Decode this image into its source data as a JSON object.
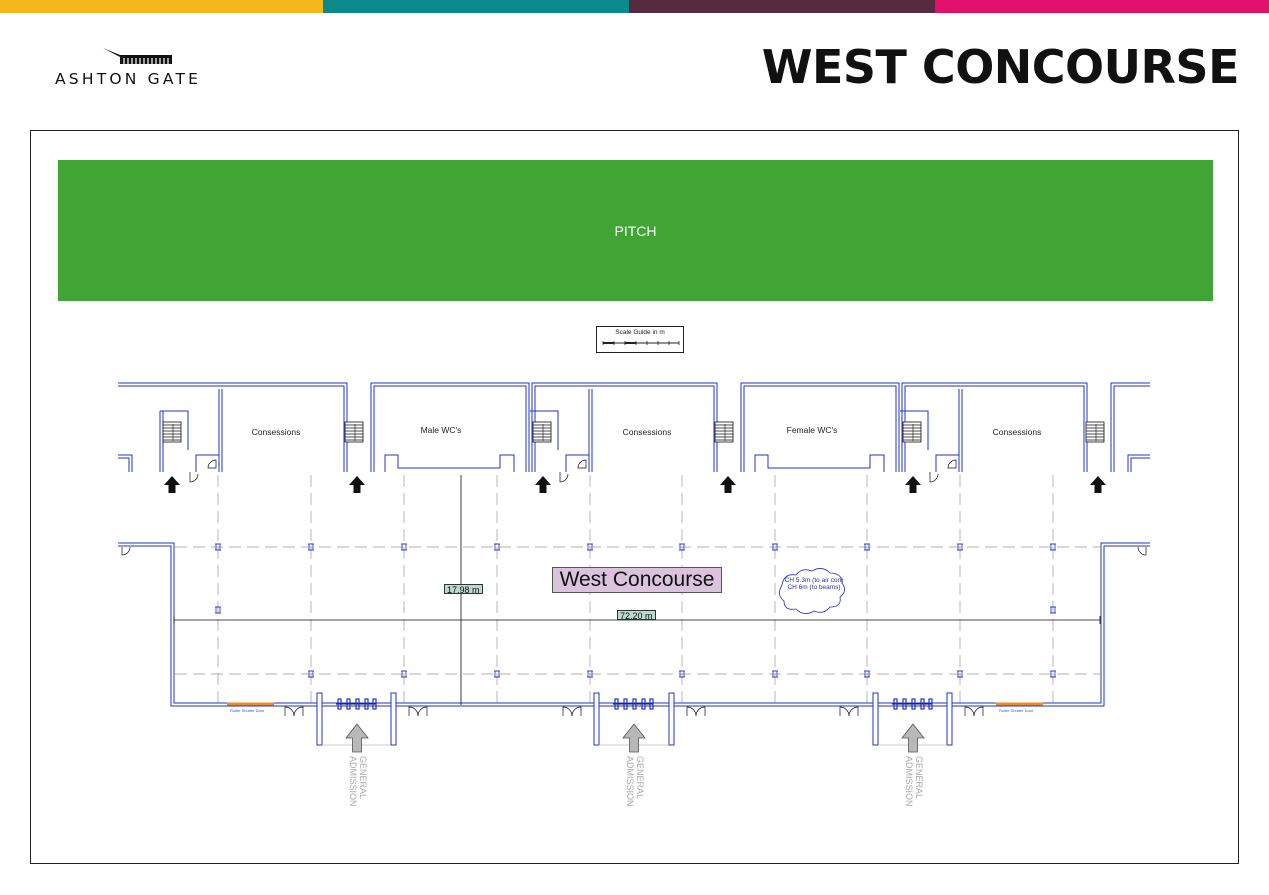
{
  "header": {
    "logo_text": "ASHTON GATE",
    "title": "WEST CONCOURSE",
    "stripe_colors": [
      "#f6b91b",
      "#0b8a8b",
      "#562b3f",
      "#e0106b"
    ]
  },
  "plan": {
    "pitch_label": "PITCH",
    "pitch_color": "#41a535",
    "scale_guide_label": "Scale Guide in m",
    "rooms": [
      {
        "label": "Consessions"
      },
      {
        "label": "Male WC's"
      },
      {
        "label": "Consessions"
      },
      {
        "label": "Female WC's"
      },
      {
        "label": "Consessions"
      }
    ],
    "concourse_label": "West Concourse",
    "depth_dimension": "17.98 m",
    "length_dimension": "72.20 m",
    "ceiling_note_line1": "CH 5.3m (to air con)",
    "ceiling_note_line2": "CH 6m (to beams)",
    "shutter_label": "Roller Shutter Door",
    "entrances": [
      {
        "label": "GENERAL ADMISSION"
      },
      {
        "label": "GENERAL ADMISSION"
      },
      {
        "label": "GENERAL ADMISSION"
      }
    ],
    "wall_color": "#2233cc",
    "shutter_color": "#f08a1c"
  }
}
